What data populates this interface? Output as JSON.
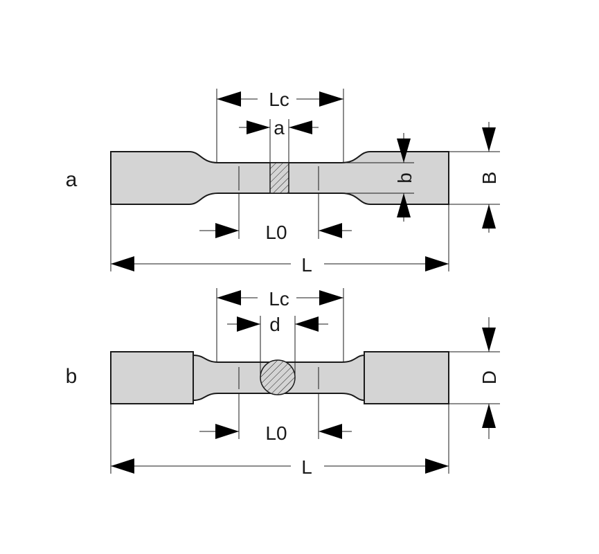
{
  "panels": [
    {
      "id": "a",
      "label": "a",
      "shape": "flat",
      "dimensions": {
        "gauge_length": "L0",
        "total_length": "L",
        "parallel_length": "Lc",
        "thickness": "a",
        "width": "b",
        "grip_width": "B"
      }
    },
    {
      "id": "b",
      "label": "b",
      "shape": "round",
      "dimensions": {
        "gauge_length": "L0",
        "total_length": "L",
        "parallel_length": "Lc",
        "diameter": "d",
        "grip_diameter": "D"
      }
    }
  ],
  "colors": {
    "specimen_fill": "#d4d4d4",
    "line": "#1a1a1a",
    "arrow": "#000000",
    "background": "#ffffff"
  }
}
